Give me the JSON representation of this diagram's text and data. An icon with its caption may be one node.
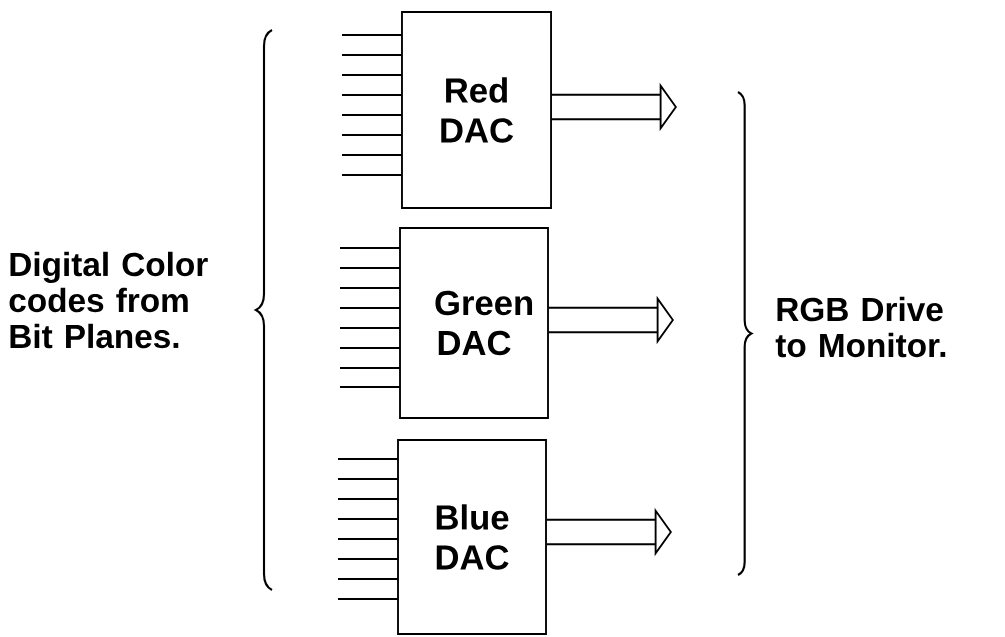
{
  "diagram": {
    "nodes": [
      {
        "text": [
          "Red DAC"
        ]
      },
      {
        "text": [
          "Green DAC"
        ]
      },
      {
        "text": [
          "Blue DAC"
        ]
      }
    ],
    "edges": [
      {
        "from": null,
        "to": 0,
        "arrow": "none"
      },
      {
        "from": null,
        "to": 0,
        "arrow": "none"
      },
      {
        "from": null,
        "to": 0,
        "arrow": "none"
      },
      {
        "from": null,
        "to": 0,
        "arrow": "none"
      },
      {
        "from": null,
        "to": 0,
        "arrow": "none"
      },
      {
        "from": null,
        "to": 0,
        "arrow": "none"
      },
      {
        "from": null,
        "to": 0,
        "arrow": "none"
      },
      {
        "from": null,
        "to": 0,
        "arrow": "none"
      },
      {
        "from": 0,
        "to": null,
        "arrow": "to",
        "style": "thick"
      },
      {
        "from": null,
        "to": 1,
        "arrow": "none"
      },
      {
        "from": null,
        "to": 1,
        "arrow": "none"
      },
      {
        "from": null,
        "to": 1,
        "arrow": "none"
      },
      {
        "from": null,
        "to": 1,
        "arrow": "none"
      },
      {
        "from": null,
        "to": 1,
        "arrow": "none"
      },
      {
        "from": null,
        "to": 1,
        "arrow": "none"
      },
      {
        "from": null,
        "to": 1,
        "arrow": "none"
      },
      {
        "from": null,
        "to": 1,
        "arrow": "none"
      },
      {
        "from": 1,
        "to": null,
        "arrow": "to",
        "style": "thick"
      },
      {
        "from": null,
        "to": 2,
        "arrow": "none"
      },
      {
        "from": null,
        "to": 2,
        "arrow": "none"
      },
      {
        "from": null,
        "to": 2,
        "arrow": "none"
      },
      {
        "from": null,
        "to": 2,
        "arrow": "none"
      },
      {
        "from": null,
        "to": 2,
        "arrow": "none"
      },
      {
        "from": null,
        "to": 2,
        "arrow": "none"
      },
      {
        "from": null,
        "to": 2,
        "arrow": "none"
      },
      {
        "from": null,
        "to": 2,
        "arrow": "none"
      },
      {
        "from": 2,
        "to": null,
        "arrow": "to",
        "style": "thick"
      }
    ],
    "labels": [
      "Digital Color codes from Bit Planes.",
      "RGB Drive to Monitor."
    ]
  }
}
